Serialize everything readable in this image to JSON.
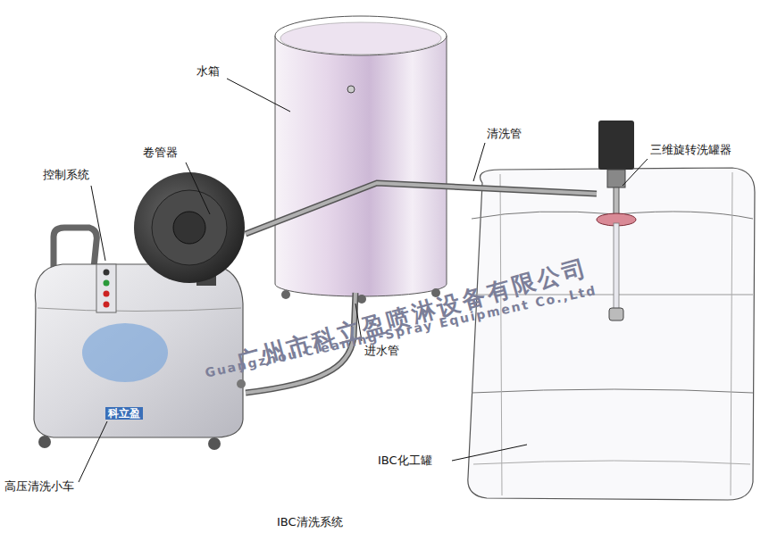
{
  "diagram": {
    "caption": "IBC清洗系统",
    "labels": [
      "水箱",
      "卷管器",
      "控制系统",
      "清洗管",
      "三维旋转洗罐器",
      "进水管",
      "IBC化工罐",
      "高压清洗小车",
      "广州市科立盈喷淋设备有限公司",
      "Guangzhou Cleaning-Spray Equipment Co.,Ltd",
      "科立盈"
    ]
  }
}
